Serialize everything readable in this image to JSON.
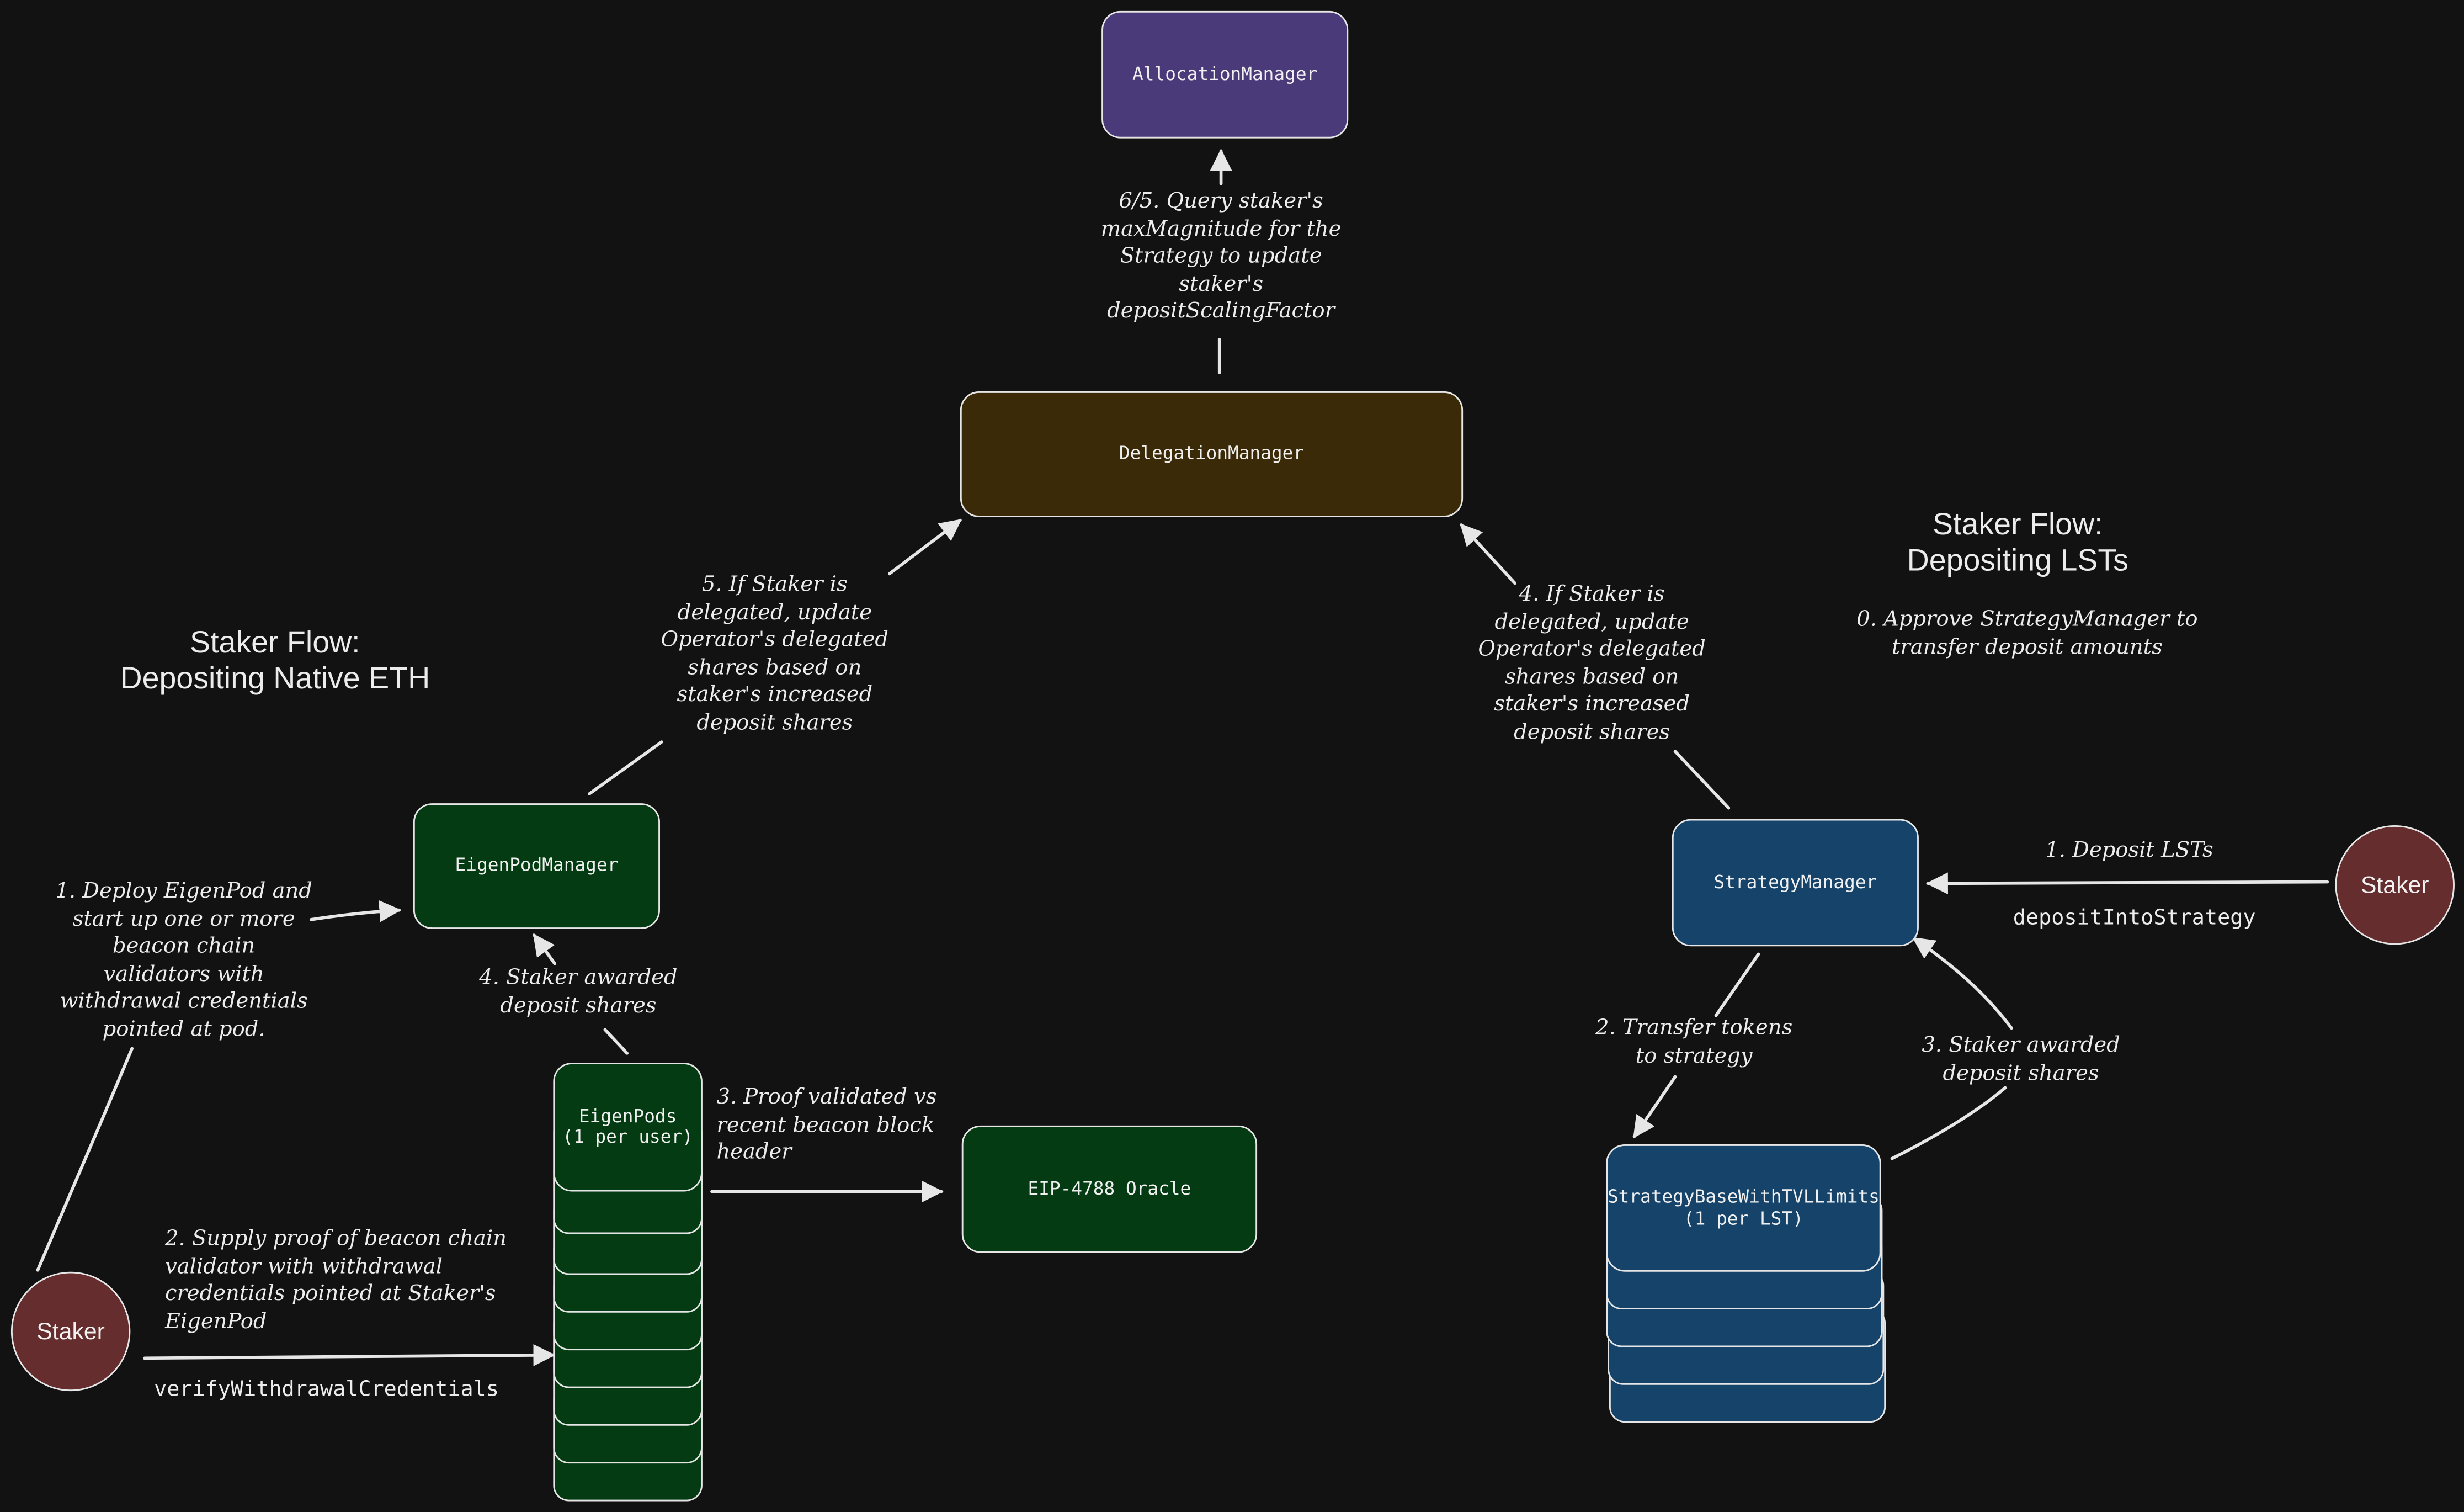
{
  "titles": {
    "native_eth": "Staker Flow:\nDepositing Native ETH",
    "lsts": "Staker Flow:\nDepositing LSTs"
  },
  "nodes": {
    "allocation_manager": "AllocationManager",
    "delegation_manager": "DelegationManager",
    "eigenpod_manager": "EigenPodManager",
    "eigenpods": "EigenPods\n(1 per user)",
    "eip4788_oracle": "EIP-4788 Oracle",
    "strategy_manager": "StrategyManager",
    "strategy_base": "StrategyBaseWithTVLLimits\n(1 per LST)",
    "staker_left": "Staker",
    "staker_right": "Staker"
  },
  "labels": {
    "query_magnitude": "6/5. Query staker's\nmaxMagnitude for the\nStrategy to update\nstaker's\ndepositScalingFactor",
    "native_step5": "5. If Staker is\ndelegated, update\nOperator's delegated\nshares based on\nstaker's increased\ndeposit shares",
    "lst_step4": "4. If Staker is\ndelegated, update\nOperator's delegated\nshares based on\nstaker's increased\ndeposit shares",
    "lst_step0": "0. Approve StrategyManager to\ntransfer deposit amounts",
    "native_step1": "1. Deploy EigenPod and\nstart up one or more\nbeacon chain\nvalidators with\nwithdrawal credentials\npointed at pod.",
    "native_step4": "4. Staker awarded\ndeposit shares",
    "native_step3": "3. Proof validated vs\nrecent beacon block\nheader",
    "native_step2": "2. Supply proof of beacon chain\nvalidator with withdrawal\ncredentials pointed at Staker's\nEigenPod",
    "lst_step1": "1. Deposit LSTs",
    "lst_step2": "2. Transfer tokens\nto strategy",
    "lst_step3": "3. Staker awarded\ndeposit shares"
  },
  "code_labels": {
    "verify_withdrawal": "verifyWithdrawalCredentials",
    "deposit_into_strategy": "depositIntoStrategy"
  },
  "colors": {
    "background": "#121212",
    "allocation_manager": "#4b3a7a",
    "delegation_manager": "#3a2a08",
    "eigen_green": "#043b12",
    "strategy_blue": "#15436a",
    "staker": "#652d2d"
  }
}
